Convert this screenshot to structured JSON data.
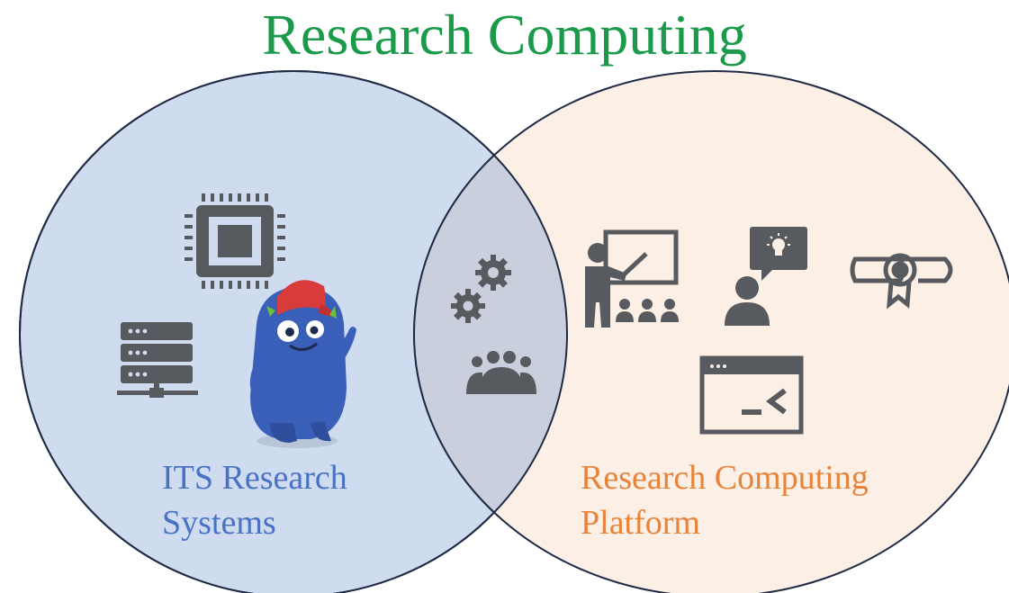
{
  "title": "Research Computing",
  "left_set": {
    "label_line1": "ITS Research",
    "label_line2": "Systems",
    "fill": "#cfdcef",
    "label_color": "#4a72c4",
    "icons": [
      "processor-chip-icon",
      "server-rack-icon",
      "mascot-monster"
    ]
  },
  "right_set": {
    "label_line1": "Research Computing",
    "label_line2": "Platform",
    "fill": "#fcefe6",
    "label_color": "#e8833a",
    "icons": [
      "presentation-training-icon",
      "idea-consult-icon",
      "certificate-diploma-icon",
      "terminal-window-icon"
    ]
  },
  "overlap": {
    "fill": "#c9cfdc",
    "icons": [
      "gears-icon",
      "team-group-icon"
    ]
  },
  "colors": {
    "title": "#1a9a4a",
    "icon": "#575a5e",
    "outline": "#1f2a44"
  }
}
